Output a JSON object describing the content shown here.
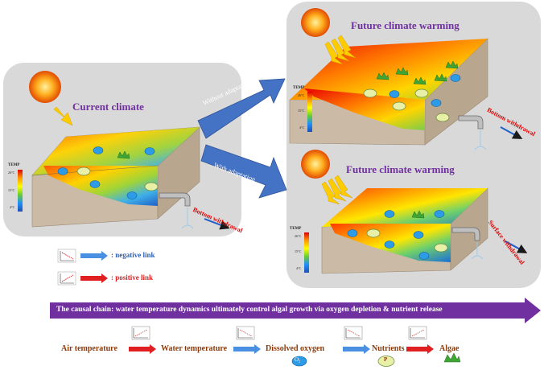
{
  "panels": {
    "current": {
      "title": "Current climate",
      "withdrawal": "Bottom withdrawal"
    },
    "future_without": {
      "title": "Future climate warming",
      "withdrawal": "Bottom withdrawal"
    },
    "future_with": {
      "title": "Future climate warming",
      "withdrawal": "Surface withdrawal"
    }
  },
  "arrows": {
    "without": "Without adaptation",
    "with": "With adaptation"
  },
  "temp_scale": {
    "label": "TEMP",
    "high": "26°C",
    "mid": "15°C",
    "low": "4°C"
  },
  "legend": {
    "negative": ": negative link",
    "positive": ": positive link"
  },
  "causal_banner": "The causal chain: water temperature dynamics ultimately control algal growth via oxygen depletion & nutrient release",
  "chain": [
    "Air temperature",
    "Water temperature",
    "Dissolved oxygen",
    "Nutrients",
    "Algae"
  ],
  "symbols": {
    "oxygen": "O₂",
    "phosphorus": "P"
  },
  "colors": {
    "title": "#7030a0",
    "negative_arrow": "#4a90e2",
    "positive_arrow": "#e02020",
    "banner": "#7030a0",
    "withdrawal_text": "#e00000"
  }
}
